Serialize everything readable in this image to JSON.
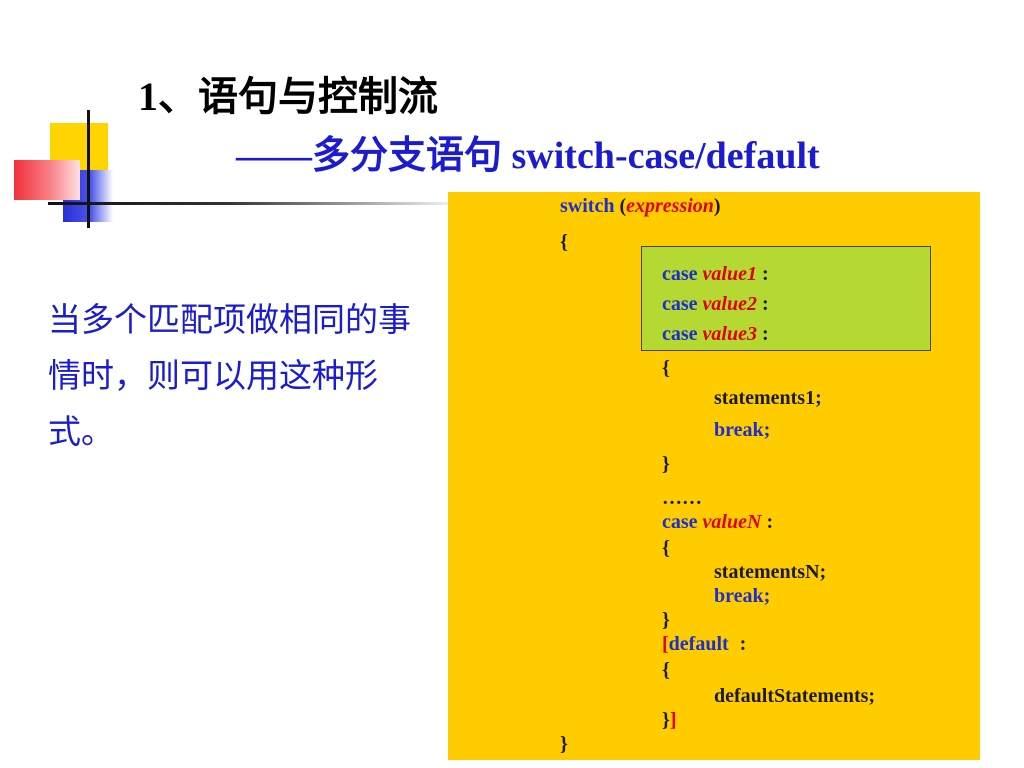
{
  "slide": {
    "title": "1、语句与控制流",
    "subtitle": "——多分支语句 switch-case/default",
    "description": "当多个匹配项做相同的事情时，则可以用这种形式。"
  },
  "code": {
    "switch_kw": "switch",
    "open_paren": "(",
    "expression": "expression",
    "close_paren": ")",
    "open_brace": "{",
    "close_brace": "}",
    "case_kw": "case",
    "value1": "value1",
    "value2": "value2",
    "value3": "value3",
    "colon": ":",
    "statements1": "statements1;",
    "break_stmt": "break;",
    "ellipsis": "……",
    "valueN": "valueN",
    "statementsN": "statementsN;",
    "default_open": "[",
    "default_kw": "default",
    "default_stmts": "defaultStatements;",
    "default_close": "]"
  },
  "colors": {
    "panel": "#ffcc00",
    "highlight": "#b5d832",
    "keyword": "#1d2ecc",
    "value": "#e00000",
    "subtitle": "#1b1bd0"
  }
}
